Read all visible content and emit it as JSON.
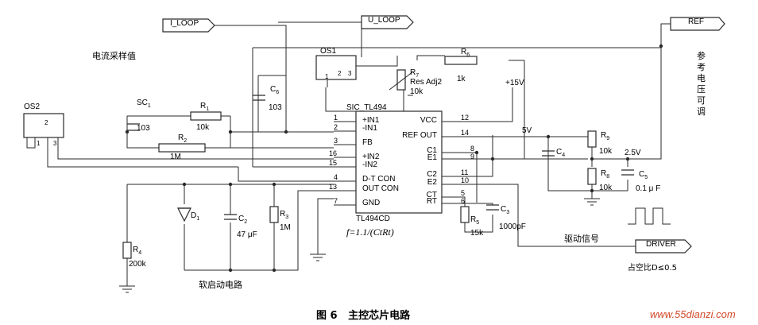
{
  "ports": {
    "i_loop": "I_LOOP",
    "u_loop": "U_LOOP",
    "ref": "REF",
    "driver": "DRIVER"
  },
  "connectors": {
    "os1": "OS1",
    "os2": "OS2",
    "os_pins": [
      "1",
      "2",
      "3"
    ]
  },
  "ic": {
    "name": "SIC_TL494",
    "part": "TL494CD",
    "left_labels": [
      "+IN1",
      "-IN1",
      "FB",
      "+IN2",
      "-IN2",
      "D-T CON",
      "OUT CON",
      "GND"
    ],
    "left_pins": [
      "1",
      "2",
      "3",
      "16",
      "15",
      "4",
      "13",
      "7"
    ],
    "right_labels": [
      "VCC",
      "REF OUT",
      "C1",
      "E1",
      "C2",
      "E2",
      "CT",
      "RT"
    ],
    "right_pins": [
      "12",
      "14",
      "8",
      "9",
      "11",
      "10",
      "5",
      "6"
    ]
  },
  "components": {
    "sc1": {
      "ref": "SC",
      "sub": "1",
      "value": "103"
    },
    "r1": {
      "ref": "R",
      "sub": "1",
      "value": "10k"
    },
    "r2": {
      "ref": "R",
      "sub": "2",
      "value": "1M"
    },
    "c6": {
      "ref": "C",
      "sub": "6",
      "value": "103"
    },
    "r7": {
      "ref": "R",
      "sub": "7",
      "value": "Res Adj2",
      "value2": "10k"
    },
    "r6": {
      "ref": "R",
      "sub": "6",
      "value": "1k"
    },
    "d1": {
      "ref": "D",
      "sub": "1"
    },
    "c2": {
      "ref": "C",
      "sub": "2",
      "value": "47 μF"
    },
    "r3": {
      "ref": "R",
      "sub": "3",
      "value": "1M"
    },
    "r4": {
      "ref": "R",
      "sub": "4",
      "value": "200k"
    },
    "r5": {
      "ref": "R",
      "sub": "5",
      "value": "15k"
    },
    "c3": {
      "ref": "C",
      "sub": "3",
      "value": "1000pF"
    },
    "c4": {
      "ref": "C",
      "sub": "4"
    },
    "r9": {
      "ref": "R",
      "sub": "9",
      "value": "10k"
    },
    "r8": {
      "ref": "R",
      "sub": "8",
      "value": "10k"
    },
    "c5": {
      "ref": "C",
      "sub": "5",
      "value": "0.1 μ F"
    }
  },
  "nets": {
    "v15": "+15V",
    "v5": "5V",
    "v25": "2.5V"
  },
  "notes": {
    "current_sample": "电流采样值",
    "ref_voltage": "参考电压可调",
    "soft_start": "软启动电路",
    "drive_signal": "驱动信号",
    "duty": "占空比D≤0.5",
    "formula": "f=1.1/(CtRt)"
  },
  "caption": "图 6   主控芯片电路",
  "watermark": "www.55dianzi.com"
}
